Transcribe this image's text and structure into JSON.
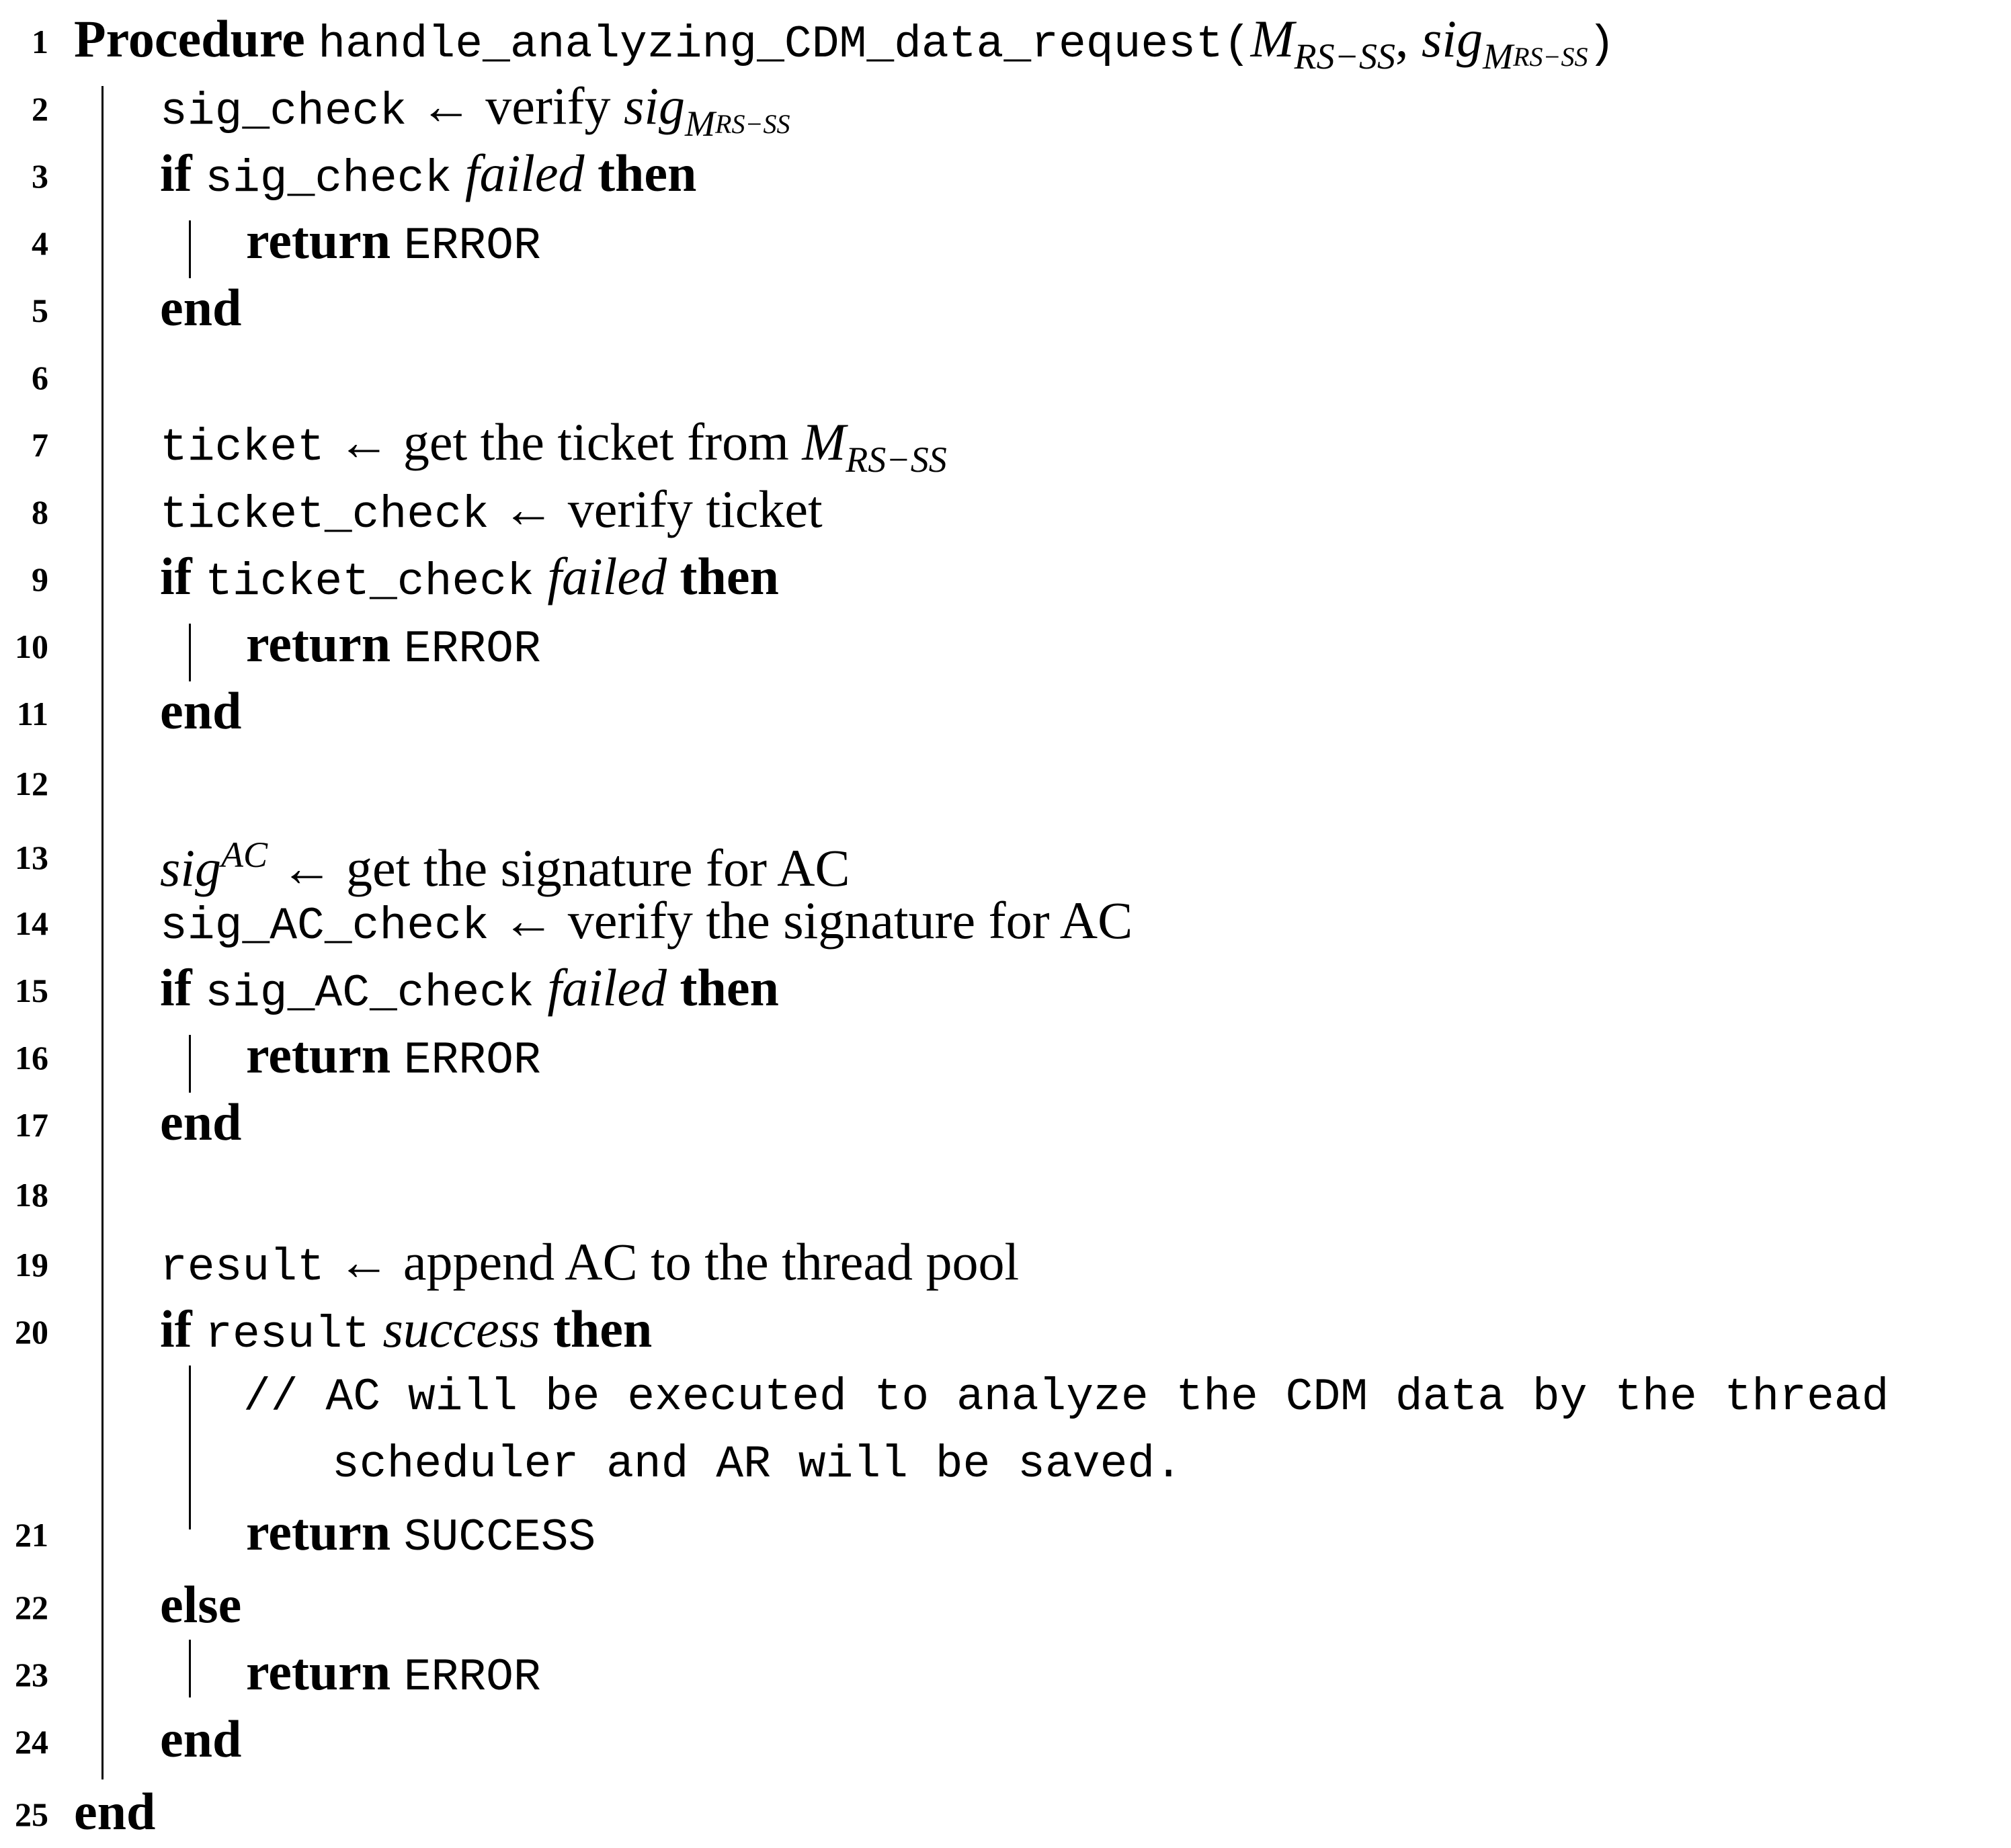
{
  "procedure": {
    "keyword": "Procedure",
    "name": "handle_analyzing_CDM_data_request",
    "open_paren": "(",
    "param1_base": "M",
    "param1_sub": "RS−SS",
    "comma": ",",
    "param2_base": "sig",
    "param2_sub_base": "M",
    "param2_sub_sub": "RS−SS",
    "close_paren": ")"
  },
  "keywords": {
    "if": "if",
    "then": "then",
    "end": "end",
    "else": "else",
    "return": "return",
    "failed": "failed",
    "success": "success",
    "arrow": "←"
  },
  "lines": {
    "l2": {
      "var": "sig_check",
      "text": "verify",
      "math_base": "sig",
      "math_sub_base": "M",
      "math_sub_sub": "RS−SS"
    },
    "l3": {
      "var": "sig_check"
    },
    "l4": {
      "value": "ERROR"
    },
    "l7": {
      "var": "ticket",
      "text": "get the ticket from",
      "math_base": "M",
      "math_sub": "RS−SS"
    },
    "l8": {
      "var": "ticket_check",
      "text": "verify ticket"
    },
    "l9": {
      "var": "ticket_check"
    },
    "l10": {
      "value": "ERROR"
    },
    "l13": {
      "math_base": "sig",
      "math_sup": "AC",
      "text": "get the signature for AC"
    },
    "l14": {
      "var": "sig_AC_check",
      "text": "verify the signature for AC"
    },
    "l15": {
      "var": "sig_AC_check"
    },
    "l16": {
      "value": "ERROR"
    },
    "l19": {
      "var": "result",
      "text": "append AC to the thread pool"
    },
    "l20": {
      "var": "result"
    },
    "comment_line1": "// AC will be executed to analyze the CDM data by the thread",
    "comment_line2": "scheduler and AR will be saved.",
    "l21": {
      "value": "SUCCESS"
    },
    "l23": {
      "value": "ERROR"
    }
  },
  "line_numbers": [
    "1",
    "2",
    "3",
    "4",
    "5",
    "6",
    "7",
    "8",
    "9",
    "10",
    "11",
    "12",
    "13",
    "14",
    "15",
    "16",
    "17",
    "18",
    "19",
    "20",
    "21",
    "22",
    "23",
    "24",
    "25"
  ]
}
